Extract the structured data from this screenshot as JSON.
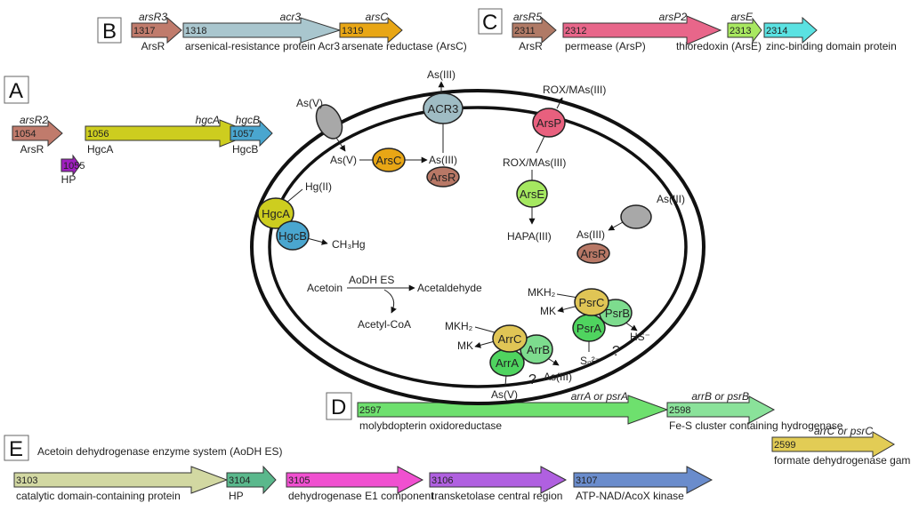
{
  "panels": {
    "B": {
      "label": "B",
      "genes": [
        {
          "id": "1317",
          "gene": "arsR3",
          "product": "ArsR",
          "color": "#c07b6c"
        },
        {
          "id": "1318",
          "gene": "acr3",
          "product": "arsenical-resistance protein Acr3",
          "color": "#a9c6ce"
        },
        {
          "id": "1319",
          "gene": "arsC",
          "product": "arsenate reductase (ArsC)",
          "color": "#e8a615"
        }
      ]
    },
    "C": {
      "label": "C",
      "genes": [
        {
          "id": "2311",
          "gene": "arsR5",
          "product": "ArsR",
          "color": "#b07a66"
        },
        {
          "id": "2312",
          "gene": "arsP2",
          "product": "permease (ArsP)",
          "color": "#e8668a"
        },
        {
          "id": "2313",
          "gene": "arsE",
          "product": "thioredoxin (ArsE)",
          "color": "#a8e860"
        },
        {
          "id": "2314",
          "gene": "",
          "product": "zinc-binding domain protein",
          "color": "#5ae2e2"
        }
      ]
    },
    "A": {
      "label": "A",
      "genes": [
        {
          "id": "1054",
          "gene": "arsR2",
          "product": "ArsR",
          "color": "#c07b6c"
        },
        {
          "id": "1056",
          "gene": "hgcA",
          "product": "HgcA",
          "color": "#cdcd1f"
        },
        {
          "id": "1057",
          "gene": "hgcB",
          "product": "HgcB",
          "color": "#4aa6cf"
        },
        {
          "id": "1055",
          "gene": "",
          "product": "HP",
          "color": "#a020c0"
        }
      ]
    },
    "D": {
      "label": "D",
      "genes": [
        {
          "id": "2597",
          "gene": "arrA or psrA",
          "product": "molybdopterin oxidoreductase",
          "color": "#6ee06e"
        },
        {
          "id": "2598",
          "gene": "arrB or psrB",
          "product": "Fe-S cluster containing hydrogenase",
          "color": "#8ae29a"
        },
        {
          "id": "2599",
          "gene": "arrC or psrC",
          "product": "formate dehydrogenase gamma subunit",
          "color": "#e2cc55"
        }
      ]
    },
    "E": {
      "label": "E",
      "title": "Acetoin dehydrogenase enzyme system (AoDH ES)",
      "genes": [
        {
          "id": "3103",
          "gene": "",
          "product": "catalytic domain-containing protein",
          "color": "#d2d8a2"
        },
        {
          "id": "3104",
          "gene": "",
          "product": "HP",
          "color": "#5ab88c"
        },
        {
          "id": "3105",
          "gene": "",
          "product": "dehydrogenase E1 component",
          "color": "#f050d0"
        },
        {
          "id": "3106",
          "gene": "",
          "product": "transketolase central region",
          "color": "#b060e0"
        },
        {
          "id": "3107",
          "gene": "",
          "product": "ATP-NAD/AcoX kinase",
          "color": "#6a8ccc"
        }
      ]
    }
  },
  "cell": {
    "proteins": {
      "ACR3": "ACR3",
      "ArsC": "ArsC",
      "ArsR1": "ArsR",
      "ArsP": "ArsP",
      "ArsE": "ArsE",
      "ArsR2": "ArsR",
      "HgcA": "HgcA",
      "HgcB": "HgcB",
      "PsrC": "PsrC",
      "PsrB": "PsrB",
      "PsrA": "PsrA",
      "ArrC": "ArrC",
      "ArrB": "ArrB",
      "ArrA": "ArrA"
    },
    "labels": {
      "asv_out": "As(V)",
      "asv_in": "As(V)",
      "asiii_top": "As(III)",
      "asiii_arsc": "As(III)",
      "rox_out": "ROX/MAs(III)",
      "rox_in": "ROX/MAs(III)",
      "hapa": "HAPA(III)",
      "asiii_right_out": "As(III)",
      "asiii_right_in": "As(III)",
      "hg": "Hg(II)",
      "ch3hg": "CH₃Hg",
      "acetoin": "Acetoin",
      "aodh": "AoDH ES",
      "acetaldehyde": "Acetaldehyde",
      "acetylcoa": "Acetyl-CoA",
      "mkh2_psr": "MKH₂",
      "mk_psr": "MK",
      "hs": "HS⁻",
      "sn": "Sₙ²⁻",
      "q1": "?",
      "mkh2_arr": "MKH₂",
      "mk_arr": "MK",
      "asiii_arr": "As(III)",
      "q2": "?",
      "asv_arr": "As(V)"
    },
    "colors": {
      "gray_channel": "#a8a8a8",
      "yellow": "#e0c555",
      "greenA": "#4fd45f",
      "greenB": "#7ddc8e"
    }
  }
}
